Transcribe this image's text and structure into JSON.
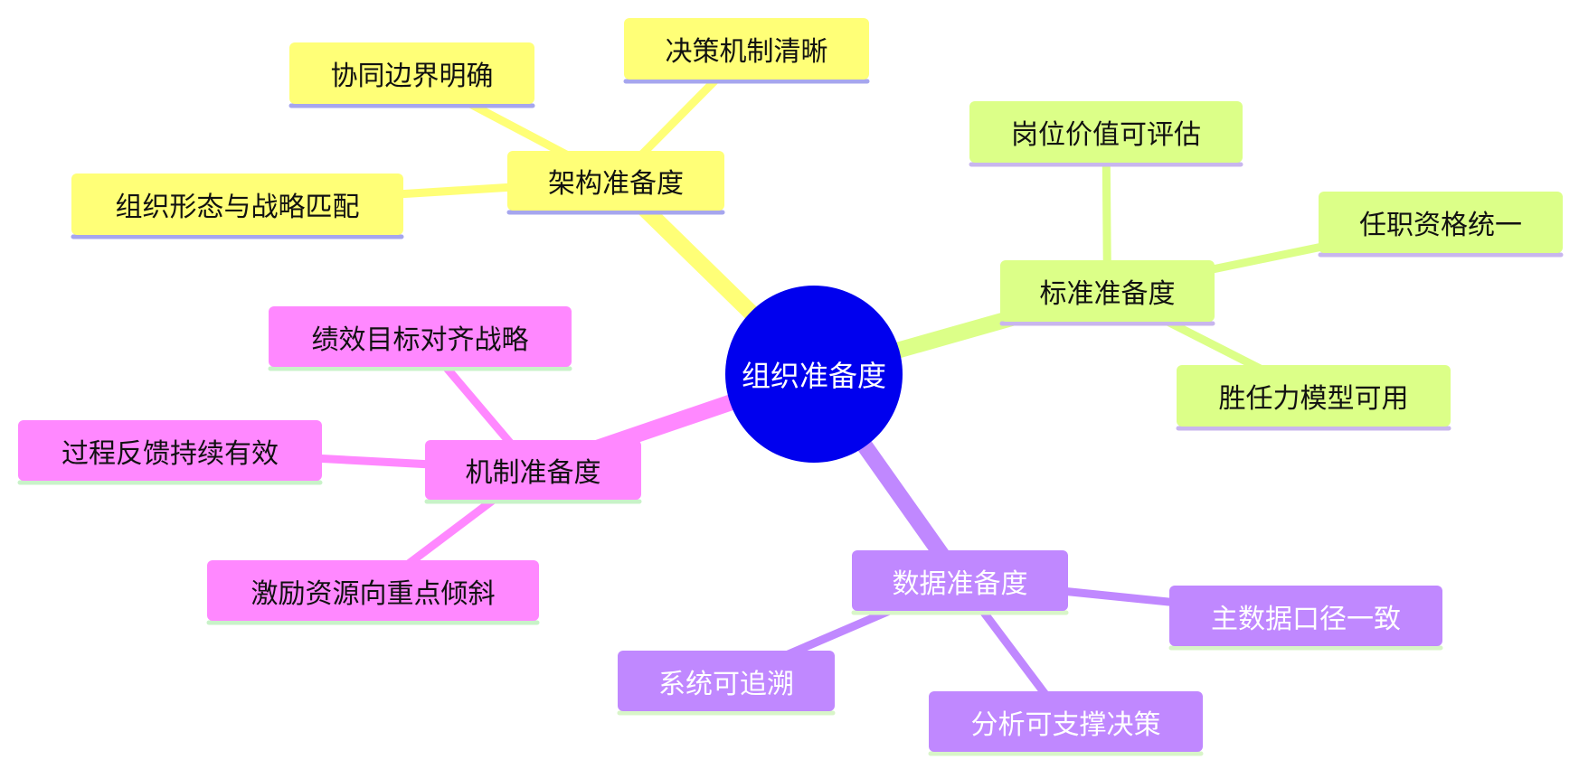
{
  "root": {
    "label": "组织准备度",
    "color": "#0000ee"
  },
  "branches": [
    {
      "id": "architecture",
      "label": "架构准备度",
      "color": "#ffff77",
      "underline": "#a6a6ee",
      "text_color": "#111111",
      "children": [
        "协同边界明确",
        "决策机制清晰",
        "组织形态与战略匹配"
      ]
    },
    {
      "id": "standard",
      "label": "标准准备度",
      "color": "#dcff88",
      "underline": "#c8b6ee",
      "text_color": "#111111",
      "children": [
        "岗位价值可评估",
        "任职资格统一",
        "胜任力模型可用"
      ]
    },
    {
      "id": "mechanism",
      "label": "机制准备度",
      "color": "#ff88ff",
      "underline": "#c8f2c8",
      "text_color": "#111111",
      "children": [
        "绩效目标对齐战略",
        "过程反馈持续有效",
        "激励资源向重点倾斜"
      ]
    },
    {
      "id": "data",
      "label": "数据准备度",
      "color": "#c088ff",
      "underline": "#d8f5c8",
      "text_color": "#ffffff",
      "children": [
        "主数据口径一致",
        "系统可追溯",
        "分析可支撑决策"
      ]
    }
  ]
}
